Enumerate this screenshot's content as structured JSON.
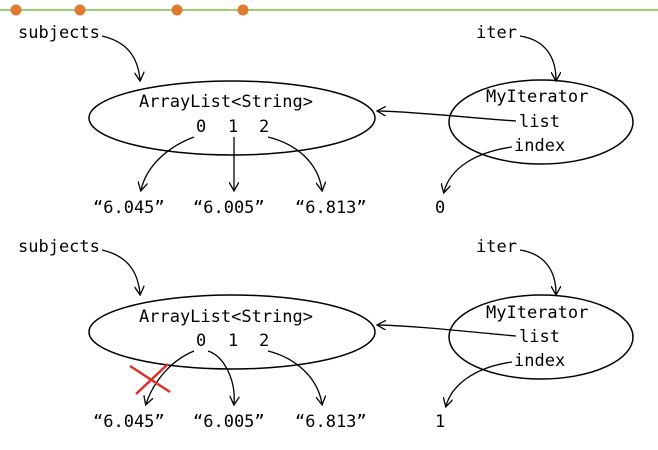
{
  "top": {
    "var_label": "subjects",
    "iter_label": "iter",
    "arraylist_label": "ArrayList<String>",
    "indices": [
      "0",
      "1",
      "2"
    ],
    "iterator_label": "MyIterator",
    "list_field": "list",
    "index_field": "index",
    "values": [
      "“6.045”",
      "“6.005”",
      "“6.813”"
    ],
    "index_value": "0"
  },
  "bottom": {
    "var_label": "subjects",
    "iter_label": "iter",
    "arraylist_label": "ArrayList<String>",
    "indices": [
      "0",
      "1",
      "2"
    ],
    "iterator_label": "MyIterator",
    "list_field": "list",
    "index_field": "index",
    "values": [
      "“6.045”",
      "“6.005”",
      "“6.813”"
    ],
    "index_value": "1"
  },
  "colors": {
    "header_line": "#7bc142",
    "header_dots": "#e07a2e",
    "cross": "#e0302a",
    "stroke": "#000000"
  }
}
